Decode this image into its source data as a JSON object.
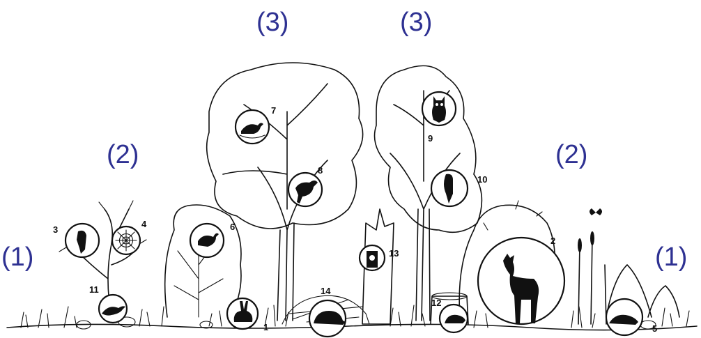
{
  "zones": {
    "edge_left": "(1)",
    "edge_right": "(1)",
    "mid_left": "(2)",
    "mid_right": "(2)",
    "top_left": "(3)",
    "top_right": "(3)"
  },
  "habitats": [
    {
      "n": "1",
      "animal": "rabbit-icon"
    },
    {
      "n": "2",
      "animal": "deer-icon"
    },
    {
      "n": "3",
      "animal": "shrike-icon"
    },
    {
      "n": "4",
      "animal": "spider-web-icon"
    },
    {
      "n": "5",
      "animal": "mole-icon"
    },
    {
      "n": "6",
      "animal": "songbird-icon"
    },
    {
      "n": "7",
      "animal": "nesting-bird-icon"
    },
    {
      "n": "8",
      "animal": "crow-icon"
    },
    {
      "n": "9",
      "animal": "owl-icon"
    },
    {
      "n": "10",
      "animal": "woodpecker-icon"
    },
    {
      "n": "11",
      "animal": "lizard-icon"
    },
    {
      "n": "12",
      "animal": "vole-icon"
    },
    {
      "n": "13",
      "animal": "tit-in-nestbox-icon"
    },
    {
      "n": "14",
      "animal": "hedgehog-icon"
    }
  ],
  "colors": {
    "zone_label": "#2e3192",
    "ink": "#111111"
  }
}
